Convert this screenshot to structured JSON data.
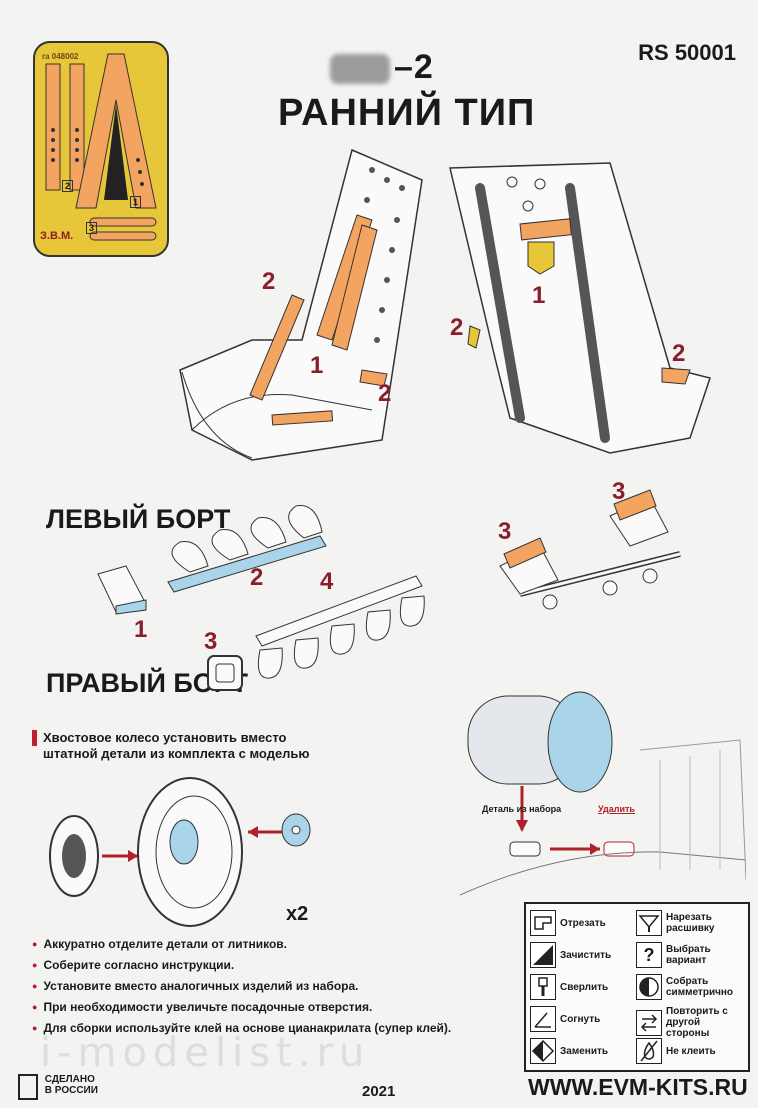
{
  "header": {
    "model_suffix": "–2",
    "subtitle": "РАННИЙ ТИП",
    "code": "RS 50001"
  },
  "fret": {
    "serial": "ra 048002",
    "brand": "З.В.М.",
    "part_numbers": [
      "1",
      "2",
      "3"
    ]
  },
  "callouts": {
    "seat_left": [
      "2",
      "1",
      "2"
    ],
    "seat_right": [
      "1",
      "2",
      "2"
    ],
    "exhaust_left": [
      "1",
      "2"
    ],
    "exhaust_right": [
      "3",
      "4"
    ],
    "mount": [
      "3",
      "3"
    ]
  },
  "sides": {
    "left": "ЛЕВЫЙ БОРТ",
    "right": "ПРАВЫЙ БОРТ"
  },
  "warning": {
    "line1": "Хвостовое колесо установить вместо",
    "line2": "штатной детали из комплекта с моделью"
  },
  "wheel_qty": "x2",
  "engine": {
    "part_label": "Деталь из набора",
    "remove_label": "Удалить"
  },
  "notes": [
    "Аккуратно отделите детали от литников.",
    "Соберите согласно инструкции.",
    "Установите вместо аналогичных изделий из набора.",
    "При необходимости увеличьте посадочные отверстия.",
    "Для сборки используйте клей на основе цианакрилата (супер клей)."
  ],
  "legend": [
    {
      "icon": "cut-icon",
      "label": "Отрезать"
    },
    {
      "icon": "clean-icon",
      "label": "Зачистить"
    },
    {
      "icon": "drill-icon",
      "label": "Сверлить"
    },
    {
      "icon": "bend-icon",
      "label": "Согнуть"
    },
    {
      "icon": "replace-icon",
      "label": "Заменить"
    },
    {
      "icon": "thread-icon",
      "label": "Нарезать расшивку"
    },
    {
      "icon": "choose-icon",
      "label": "Выбрать вариант"
    },
    {
      "icon": "symmetric-icon",
      "label": "Собрать симметрично"
    },
    {
      "icon": "repeat-icon",
      "label": "Повторить с другой стороны"
    },
    {
      "icon": "no-glue-icon",
      "label": "Не клеить"
    }
  ],
  "footer": {
    "made_line1": "СДЕЛАНО",
    "made_line2": "В РОССИИ",
    "year": "2021",
    "url": "WWW.EVM-KITS.RU",
    "watermark": "i-modelist.ru"
  },
  "colors": {
    "callout": "#8a1e2c",
    "brass": "#e7c63a",
    "belt": "#f3a460",
    "resin_blue": "#a9d4ea"
  }
}
